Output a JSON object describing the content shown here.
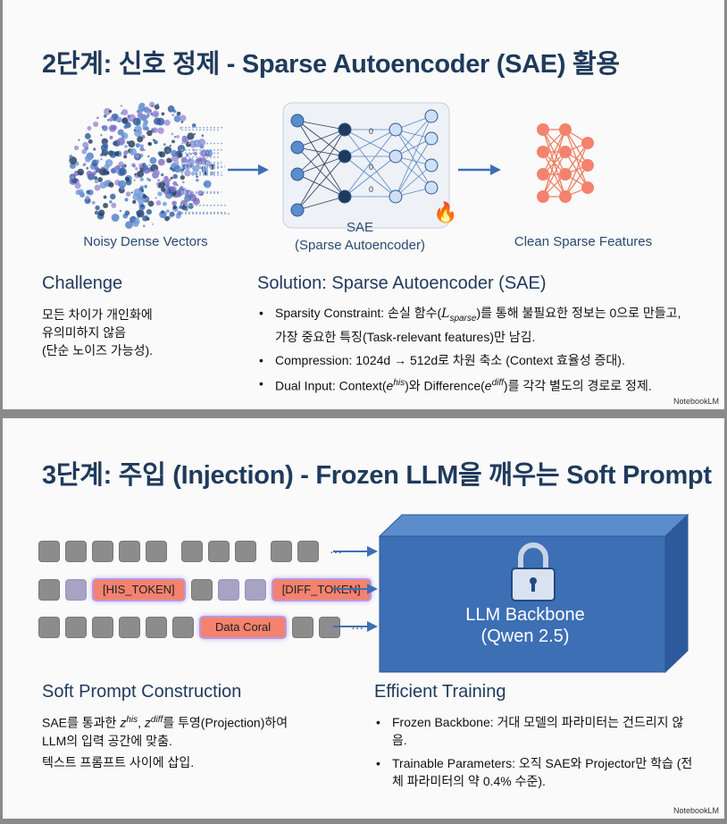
{
  "slide1": {
    "title": "2단계: 신호 정제 - Sparse Autoencoder (SAE) 활용",
    "diagram": {
      "noisy_label": "Noisy Dense Vectors",
      "sae_label_1": "SAE",
      "sae_label_2": "(Sparse Autoencoder)",
      "clean_label": "Clean Sparse Features",
      "zero": "0",
      "ellipsis": "⋮"
    },
    "challenge": {
      "heading": "Challenge",
      "lines": [
        "모든 차이가 개인화에",
        "유의미하지 않음",
        "(단순 노이즈 가능성)."
      ]
    },
    "solution": {
      "heading": "Solution: Sparse Autoencoder (SAE)",
      "bullets": [
        {
          "label": "Sparsity Constraint:",
          "text_a": " 손실 함수(",
          "math": "L",
          "sub": "sparse",
          "text_b": ")를 통해 불필요한 정보는 0으로 만들고, 가장 중요한 특징(Task-relevant features)만 남김."
        },
        {
          "label": "Compression:",
          "text": " 1024d → 512d로 차원 축소 (Context 효율성 증대)."
        },
        {
          "label": "Dual Input:",
          "text_a": " Context(",
          "sup1": "his",
          "text_b": ")와 Difference(",
          "sup2": "diff",
          "text_c": ")를 각각 별도의 경로로 정제.",
          "base": "e"
        }
      ]
    },
    "brand": "NotebookLM"
  },
  "slide2": {
    "title": "3단계: 주입 (Injection) - Frozen LLM을 깨우는 Soft Prompt",
    "tokens": {
      "his": "[HIS_TOKEN]",
      "diff": "[DIFF_TOKEN]",
      "data": "Data Coral",
      "ellipsis": "···"
    },
    "backbone": {
      "line1": "LLM Backbone",
      "line2": "(Qwen 2.5)"
    },
    "soft_prompt": {
      "heading": "Soft Prompt Construction",
      "line1_a": "SAE를 통과한 ",
      "z": "z",
      "sup_his": "his",
      "comma": ", ",
      "sup_diff": "diff",
      "line1_b": "를 투영(Projection)하여",
      "line2": "LLM의 입력 공간에 맞춤.",
      "line3": "텍스트 프롬프트 사이에 삽입."
    },
    "training": {
      "heading": "Efficient Training",
      "bullets": [
        {
          "label": "Frozen Backbone:",
          "text": " 거대 모델의 파라미터는 건드리지 않음."
        },
        {
          "label": "Trainable Parameters:",
          "text": " 오직 SAE와 Projector만 학습 (전체 파라미터의 약 0.4% 수준)."
        }
      ]
    },
    "brand": "NotebookLM"
  },
  "colors": {
    "navy": "#1f3a5c",
    "coral": "#f4826e",
    "blue_box": "#3d6fb5"
  }
}
